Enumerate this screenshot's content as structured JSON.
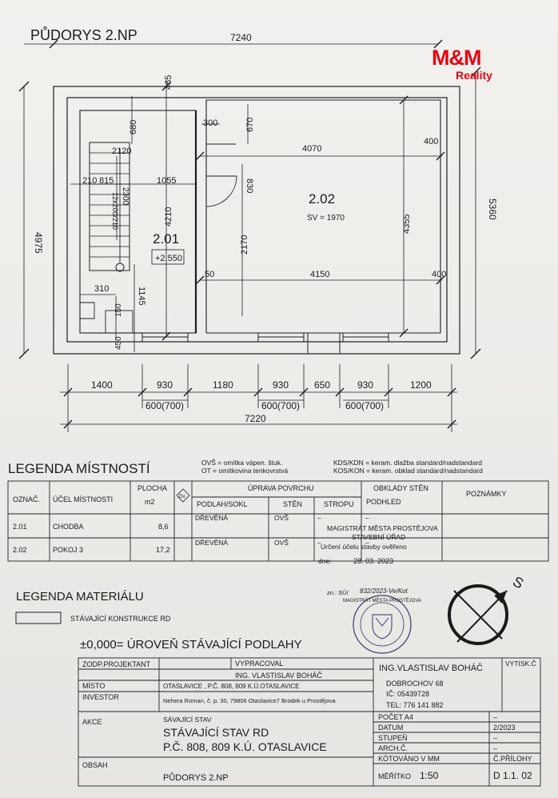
{
  "plan": {
    "title": "PŮDORYS 2.NP",
    "dims": {
      "top_total": "7240",
      "left_total": "4975",
      "right_total": "5360",
      "d465": "465",
      "d680": "680",
      "d300": "300",
      "d670": "670",
      "d2120": "2120",
      "d4070": "4070",
      "d400a": "400",
      "d210": "210",
      "d815": "815",
      "d1055": "1055",
      "d2300": "2300",
      "d12x": "12x200/210",
      "d830": "830",
      "d4210": "4210",
      "d4355": "4355",
      "d2170": "2170",
      "d50": "50",
      "d4150": "4150",
      "d400b": "400",
      "d310": "310",
      "d1145": "1145",
      "d150": "150",
      "d450": "450",
      "b1400": "1400",
      "b930a": "930",
      "b1180": "1180",
      "b930b": "930",
      "b650": "650",
      "b930c": "930",
      "b1200": "1200",
      "w600a": "600(700)",
      "w600b": "600(700)",
      "w600c": "600(700)",
      "bottom_total": "7220"
    },
    "room_201": {
      "id": "2.01",
      "level": "+2,550"
    },
    "room_202": {
      "id": "2.02",
      "sv": "SV = 1970"
    }
  },
  "logo": {
    "mm": "M&M",
    "sub": "Reality"
  },
  "legend_rooms": {
    "title": "LEGENDA MÍSTNOSTÍ",
    "notes": [
      "OVŠ = omítka vápen. štuk.",
      "OT = omítkovina tenkovrstvá",
      "KDS/KDN = keram. dlažba standard/nadstandard",
      "KOS/KON = keram. obklad standard/nadstandard"
    ],
    "headers": {
      "oznac": "OZNAČ.",
      "ucel": "ÚČEL MÍSTNOSTI",
      "plocha": "PLOCHA",
      "m2": "m2",
      "zn": "ZN.",
      "uprava": "ÚPRAVA POVRCHU",
      "podlaha": "PODLAH/SOKL",
      "sten": "STĚN",
      "stropu": "STROPU",
      "obklady": "OBKLADY STĚN",
      "podhled": "PODHLED",
      "poznamky": "POZNÁMKY"
    },
    "rows": [
      {
        "oznac": "2.01",
        "ucel": "CHODBA",
        "plocha": "8,6",
        "podlaha": "DŘEVĚNÁ",
        "sten": "OVŠ",
        "stropu": "–",
        "obklady": "–"
      },
      {
        "oznac": "2.02",
        "ucel": "POKOJ 3",
        "plocha": "17,2",
        "podlaha": "DŘEVĚNÁ",
        "sten": "OVŠ",
        "stropu": "–",
        "obklady": "–"
      }
    ]
  },
  "stamp": {
    "authority": "MAGISTRÁT MĚSTA PROSTĚJOVA",
    "office": "STAVEBNÍ ÚŘAD",
    "text": "Určení účelu stavby ověřeno",
    "date_label": "dne:",
    "date_value": "28. 03. 2023",
    "ref_label": "zn.: SÚ/",
    "ref_value": "832/2023-Ve/Kot",
    "seal_text": "MAGISTRÁT MĚSTA PROSTĚJOVA"
  },
  "north_label": "S",
  "legend_materials": {
    "title": "LEGENDA MATERIÁLU",
    "item": "STÁVAJÍCÍ KONSTRUKCE RD"
  },
  "level_note": "±0,000= ÚROVEŇ STÁVAJÍCÍ PODLAHY",
  "title_block": {
    "zodp_label": "ZODP.PROJEKTANT",
    "vypracoval_label": "VYPRACOVAL",
    "vypracoval_value": "ING. VLASTISLAV BOHÁČ",
    "author_name": "ING.VLASTISLAV BOHÁČ",
    "author_address": "DOBROCHOV 68",
    "author_ic": "IČ: 05439728",
    "author_tel": "TEL: 776 141 882",
    "vytisk_label": "VYTISK.Č",
    "misto_label": "MÍSTO",
    "misto_value": "OTASLAVICE , P.Č. 808, 809 K.Ú.OTASLAVICE",
    "investor_label": "INVESTOR",
    "investor_value": "Nehera Roman, č. p. 30, 79806 Otaslavice7 Brodek u Prostějova",
    "akce_label": "AKCE",
    "akce_small": "SÁVAJÍCÍ STAV",
    "akce_line1": "STÁVAJÍCÍ STAV RD",
    "akce_line2": "P.Č. 808, 809 K.Ú. OTASLAVICE",
    "obsah_label": "OBSAH",
    "obsah_value": "PŮDORYS 2.NP",
    "pocet_label": "POČET A4",
    "pocet_value": "–",
    "datum_label": "DATUM",
    "datum_value": "2/2023",
    "stupen_label": "STUPEŇ",
    "stupen_value": "–",
    "arch_label": "ARCH.Č.",
    "arch_value": "–",
    "kotovano_label": "KÓTOVÁNO V MM",
    "meritko_label": "MĚŘÍTKO",
    "meritko_value": "1:50",
    "priloha_label": "Č.PŘÍLOHY",
    "priloha_value": "D 1.1. 02"
  }
}
